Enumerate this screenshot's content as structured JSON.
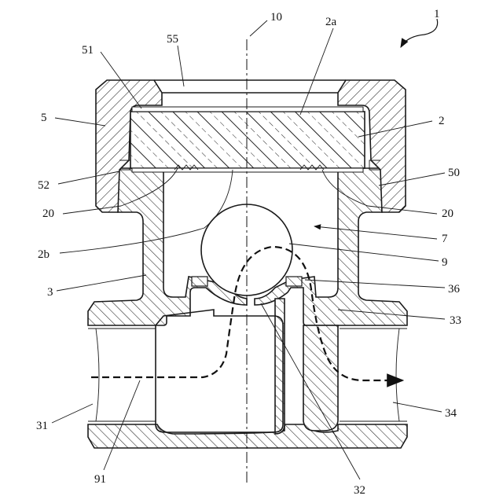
{
  "figure": {
    "labels": {
      "l1": "1",
      "l10": "10",
      "l2a": "2a",
      "l55": "55",
      "l51": "51",
      "l5": "5",
      "l2": "2",
      "l52": "52",
      "l50": "50",
      "l20_left": "20",
      "l20_right": "20",
      "l7": "7",
      "l2b": "2b",
      "l9": "9",
      "l3": "3",
      "l36": "36",
      "l33": "33",
      "l31": "31",
      "l34": "34",
      "l91": "91",
      "l32": "32"
    }
  }
}
